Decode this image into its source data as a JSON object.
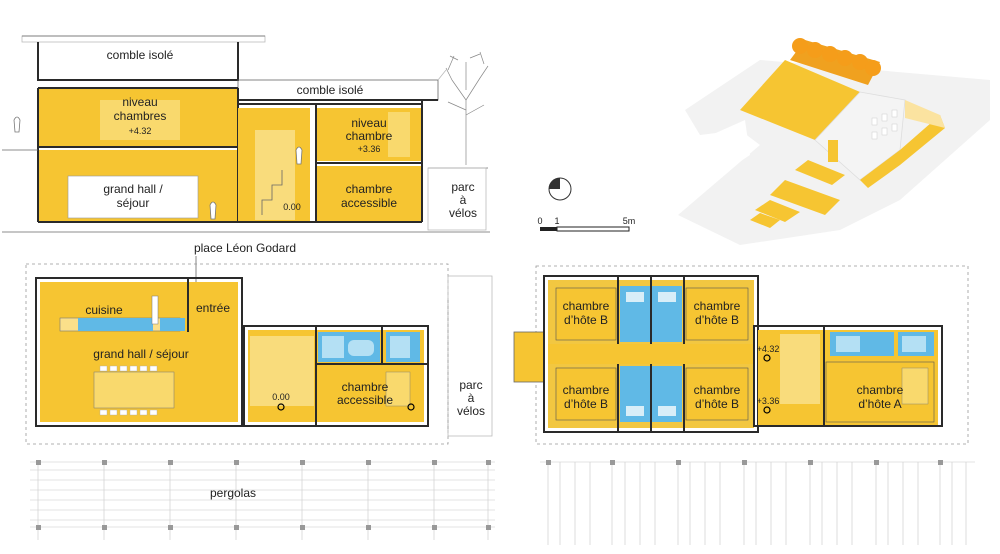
{
  "section": {
    "comble_isole_main": "comble isolé",
    "comble_isole_annex": "comble isolé",
    "niveau_chambres_line1": "niveau",
    "niveau_chambres_line2": "chambres",
    "level_upper_main": "+4.32",
    "grand_hall_line1": "grand hall /",
    "grand_hall_line2": "séjour",
    "niveau_chambre_line1": "niveau",
    "niveau_chambre_line2": "chambre",
    "level_upper_annex": "+3.36",
    "chambre_accessible_line1": "chambre",
    "chambre_accessible_line2": "accessible",
    "level_ground": "0.00",
    "parc_velos_line1": "parc",
    "parc_velos_line2": "à",
    "parc_velos_line3": "vélos"
  },
  "scale": {
    "tick_0": "0",
    "tick_1": "1",
    "tick_5": "5m"
  },
  "ground_plan": {
    "place_label": "place Léon Godard",
    "cuisine": "cuisine",
    "entree": "entrée",
    "grand_hall": "grand hall / séjour",
    "level_ground": "0.00",
    "chambre_accessible_line1": "chambre",
    "chambre_accessible_line2": "accessible",
    "parc_velos_line1": "parc",
    "parc_velos_line2": "à",
    "parc_velos_line3": "vélos",
    "pergolas": "pergolas"
  },
  "upper_plan": {
    "rooms_b": [
      {
        "line1": "chambre",
        "line2": "d’hôte B"
      },
      {
        "line1": "chambre",
        "line2": "d’hôte B"
      },
      {
        "line1": "chambre",
        "line2": "d’hôte B"
      },
      {
        "line1": "chambre",
        "line2": "d’hôte B"
      }
    ],
    "room_a_line1": "chambre",
    "room_a_line2": "d’hôte A",
    "level_high": "+4.32",
    "level_low": "+3.36"
  },
  "colors": {
    "accent_yellow": "#f6c532",
    "water_blue": "#60b9e6",
    "wall": "#2a2a2a"
  }
}
